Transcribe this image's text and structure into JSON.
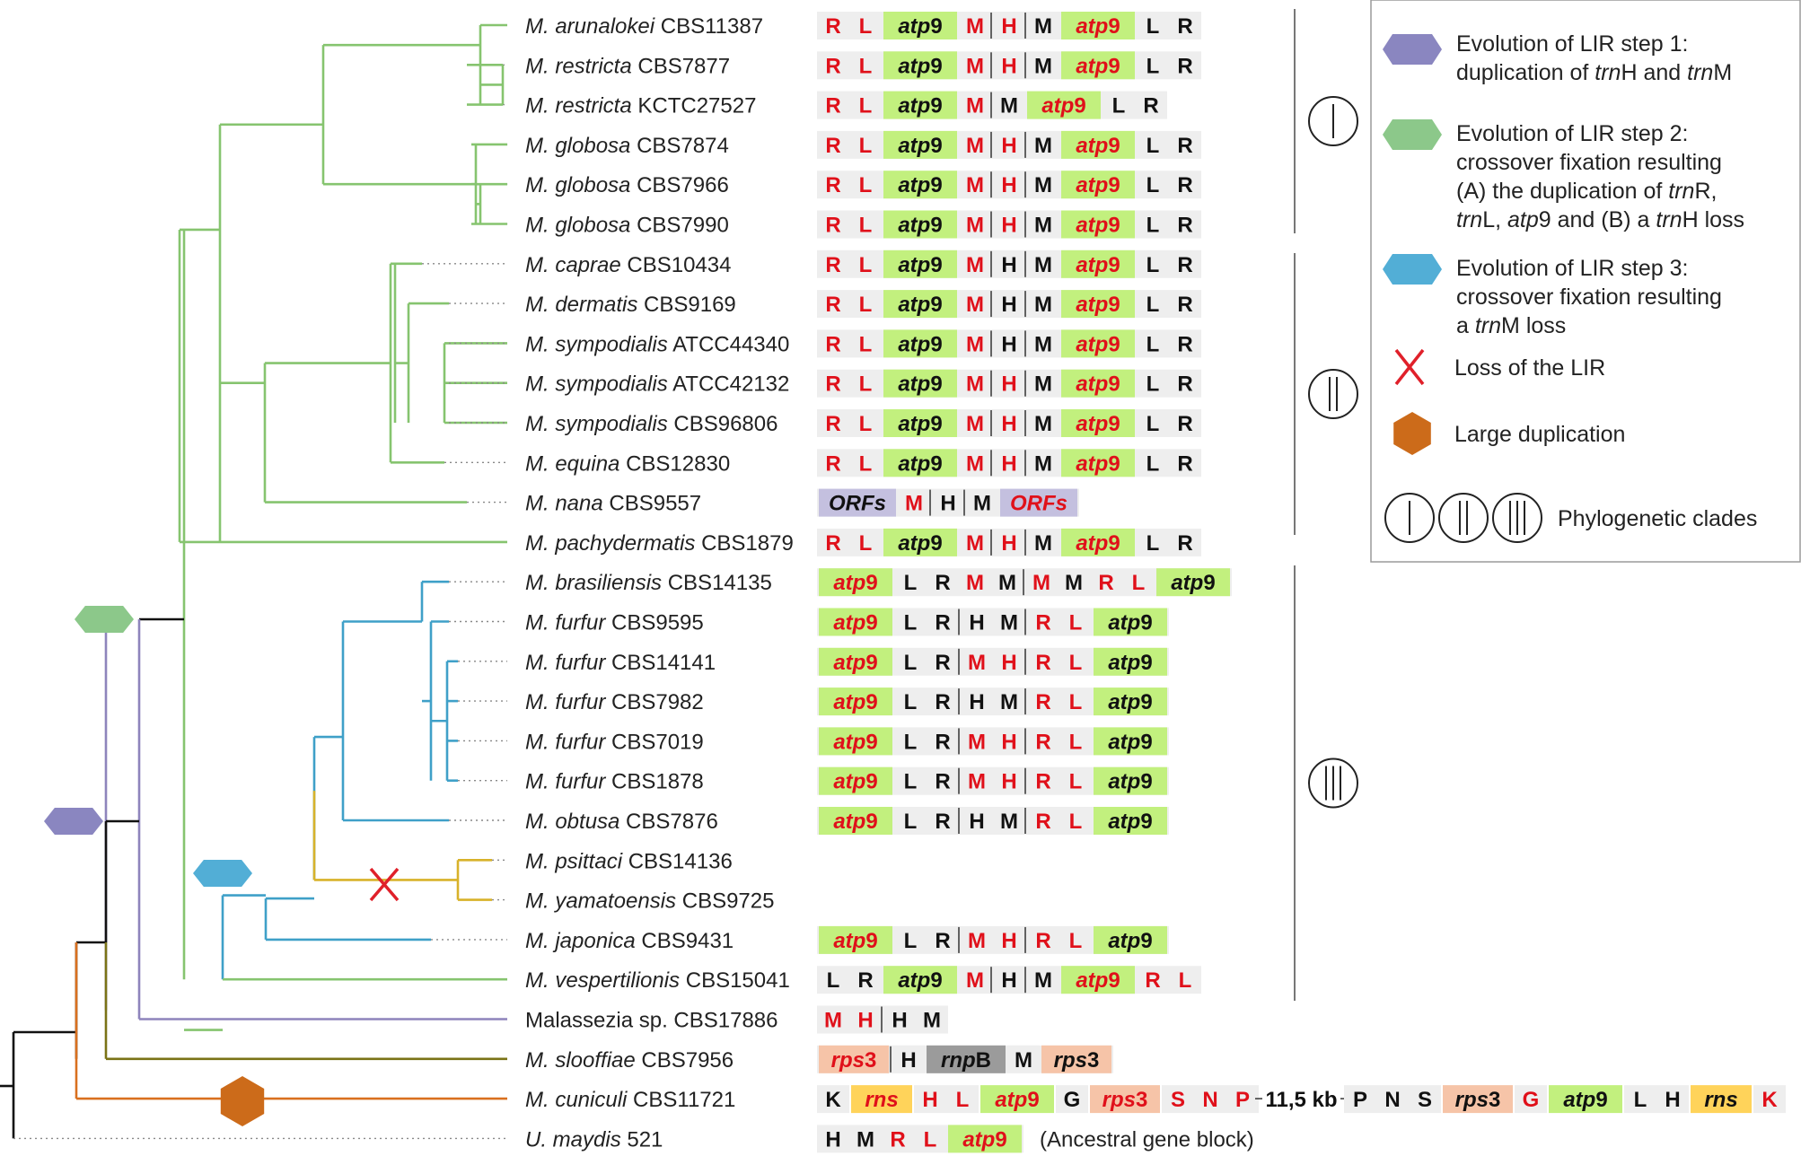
{
  "colors": {
    "gene_red": "#e0101a",
    "gene_black": "#111111",
    "atp9_fill": "#c2f07e",
    "rns_fill": "#ffd35a",
    "rps3_fill": "#f6c4a8",
    "rnpB_fill": "#9b9b9b",
    "orfs_fill": "#c4c0df",
    "row_bg": "#eeeeee",
    "branch_green": "#86c46f",
    "branch_blue": "#3fa0c8",
    "branch_purple": "#8e84bc",
    "branch_olive": "#7a7316",
    "branch_orange": "#d9701f",
    "branch_yellow": "#d8b22a",
    "branch_black": "#111111",
    "marker_step1": "#8a86c0",
    "marker_step2": "#8cc88a",
    "marker_step3": "#52aed6",
    "marker_dup": "#cc6b1a",
    "marker_loss": "#e0202a"
  },
  "taxa": [
    {
      "genus": "M.",
      "epithet": "arunalokei",
      "strain": "CBS11387"
    },
    {
      "genus": "M.",
      "epithet": "restricta",
      "strain": "CBS7877"
    },
    {
      "genus": "M.",
      "epithet": "restricta",
      "strain": "KCTC27527"
    },
    {
      "genus": "M.",
      "epithet": "globosa",
      "strain": "CBS7874"
    },
    {
      "genus": "M.",
      "epithet": "globosa",
      "strain": "CBS7966"
    },
    {
      "genus": "M.",
      "epithet": "globosa",
      "strain": "CBS7990"
    },
    {
      "genus": "M.",
      "epithet": "caprae",
      "strain": "CBS10434"
    },
    {
      "genus": "M.",
      "epithet": "dermatis",
      "strain": "CBS9169"
    },
    {
      "genus": "M.",
      "epithet": "sympodialis",
      "strain": "ATCC44340"
    },
    {
      "genus": "M.",
      "epithet": "sympodialis",
      "strain": "ATCC42132"
    },
    {
      "genus": "M.",
      "epithet": "sympodialis",
      "strain": "CBS96806"
    },
    {
      "genus": "M.",
      "epithet": "equina",
      "strain": "CBS12830"
    },
    {
      "genus": "M.",
      "epithet": "nana",
      "strain": "CBS9557"
    },
    {
      "genus": "M.",
      "epithet": "pachydermatis",
      "strain": "CBS1879"
    },
    {
      "genus": "M.",
      "epithet": "brasiliensis",
      "strain": "CBS14135"
    },
    {
      "genus": "M.",
      "epithet": "furfur",
      "strain": "CBS9595"
    },
    {
      "genus": "M.",
      "epithet": "furfur",
      "strain": "CBS14141"
    },
    {
      "genus": "M.",
      "epithet": "furfur",
      "strain": "CBS7982"
    },
    {
      "genus": "M.",
      "epithet": "furfur",
      "strain": "CBS7019"
    },
    {
      "genus": "M.",
      "epithet": "furfur",
      "strain": "CBS1878"
    },
    {
      "genus": "M.",
      "epithet": "obtusa",
      "strain": "CBS7876"
    },
    {
      "genus": "M.",
      "epithet": "psittaci",
      "strain": "CBS14136"
    },
    {
      "genus": "M.",
      "epithet": "yamatoensis",
      "strain": "CBS9725"
    },
    {
      "genus": "M.",
      "epithet": "japonica",
      "strain": "CBS9431"
    },
    {
      "genus": "M.",
      "epithet": "vespertilionis",
      "strain": "CBS15041"
    },
    {
      "genus": "",
      "epithet": "Malassezia",
      "strain": "sp. CBS17886"
    },
    {
      "genus": "M.",
      "epithet": "slooffiae",
      "strain": "CBS7956"
    },
    {
      "genus": "M.",
      "epithet": "cuniculi",
      "strain": "CBS11721"
    },
    {
      "genus": "U.",
      "epithet": "maydis",
      "strain": "521"
    }
  ],
  "gene_rows": [
    [
      [
        "R",
        "r"
      ],
      [
        "L",
        "r"
      ],
      [
        "atp9",
        "atp9"
      ],
      [
        "M",
        "r"
      ],
      "|",
      [
        "H",
        "r"
      ],
      "|",
      [
        "M",
        "k"
      ],
      [
        "atp9",
        "atp9r"
      ],
      [
        "L",
        "k"
      ],
      [
        "R",
        "k"
      ]
    ],
    [
      [
        "R",
        "r"
      ],
      [
        "L",
        "r"
      ],
      [
        "atp9",
        "atp9"
      ],
      [
        "M",
        "r"
      ],
      "|",
      [
        "H",
        "r"
      ],
      "|",
      [
        "M",
        "k"
      ],
      [
        "atp9",
        "atp9r"
      ],
      [
        "L",
        "k"
      ],
      [
        "R",
        "k"
      ]
    ],
    [
      [
        "R",
        "r"
      ],
      [
        "L",
        "r"
      ],
      [
        "atp9",
        "atp9"
      ],
      [
        "M",
        "r"
      ],
      "|",
      [
        "M",
        "k"
      ],
      [
        "atp9",
        "atp9r"
      ],
      [
        "L",
        "k"
      ],
      [
        "R",
        "k"
      ]
    ],
    [
      [
        "R",
        "r"
      ],
      [
        "L",
        "r"
      ],
      [
        "atp9",
        "atp9"
      ],
      [
        "M",
        "r"
      ],
      "|",
      [
        "H",
        "r"
      ],
      "|",
      [
        "M",
        "k"
      ],
      [
        "atp9",
        "atp9r"
      ],
      [
        "L",
        "k"
      ],
      [
        "R",
        "k"
      ]
    ],
    [
      [
        "R",
        "r"
      ],
      [
        "L",
        "r"
      ],
      [
        "atp9",
        "atp9"
      ],
      [
        "M",
        "r"
      ],
      "|",
      [
        "H",
        "r"
      ],
      "|",
      [
        "M",
        "k"
      ],
      [
        "atp9",
        "atp9r"
      ],
      [
        "L",
        "k"
      ],
      [
        "R",
        "k"
      ]
    ],
    [
      [
        "R",
        "r"
      ],
      [
        "L",
        "r"
      ],
      [
        "atp9",
        "atp9"
      ],
      [
        "M",
        "r"
      ],
      "|",
      [
        "H",
        "r"
      ],
      "|",
      [
        "M",
        "k"
      ],
      [
        "atp9",
        "atp9r"
      ],
      [
        "L",
        "k"
      ],
      [
        "R",
        "k"
      ]
    ],
    [
      [
        "R",
        "r"
      ],
      [
        "L",
        "r"
      ],
      [
        "atp9",
        "atp9"
      ],
      [
        "M",
        "r"
      ],
      "|",
      [
        "H",
        "k"
      ],
      "|",
      [
        "M",
        "k"
      ],
      [
        "atp9",
        "atp9r"
      ],
      [
        "L",
        "k"
      ],
      [
        "R",
        "k"
      ]
    ],
    [
      [
        "R",
        "r"
      ],
      [
        "L",
        "r"
      ],
      [
        "atp9",
        "atp9"
      ],
      [
        "M",
        "r"
      ],
      "|",
      [
        "H",
        "k"
      ],
      "|",
      [
        "M",
        "k"
      ],
      [
        "atp9",
        "atp9r"
      ],
      [
        "L",
        "k"
      ],
      [
        "R",
        "k"
      ]
    ],
    [
      [
        "R",
        "r"
      ],
      [
        "L",
        "r"
      ],
      [
        "atp9",
        "atp9"
      ],
      [
        "M",
        "r"
      ],
      "|",
      [
        "H",
        "k"
      ],
      "|",
      [
        "M",
        "k"
      ],
      [
        "atp9",
        "atp9r"
      ],
      [
        "L",
        "k"
      ],
      [
        "R",
        "k"
      ]
    ],
    [
      [
        "R",
        "r"
      ],
      [
        "L",
        "r"
      ],
      [
        "atp9",
        "atp9"
      ],
      [
        "M",
        "r"
      ],
      "|",
      [
        "H",
        "r"
      ],
      "|",
      [
        "M",
        "k"
      ],
      [
        "atp9",
        "atp9r"
      ],
      [
        "L",
        "k"
      ],
      [
        "R",
        "k"
      ]
    ],
    [
      [
        "R",
        "r"
      ],
      [
        "L",
        "r"
      ],
      [
        "atp9",
        "atp9"
      ],
      [
        "M",
        "r"
      ],
      "|",
      [
        "H",
        "r"
      ],
      "|",
      [
        "M",
        "k"
      ],
      [
        "atp9",
        "atp9r"
      ],
      [
        "L",
        "k"
      ],
      [
        "R",
        "k"
      ]
    ],
    [
      [
        "R",
        "r"
      ],
      [
        "L",
        "r"
      ],
      [
        "atp9",
        "atp9"
      ],
      [
        "M",
        "r"
      ],
      "|",
      [
        "H",
        "r"
      ],
      "|",
      [
        "M",
        "k"
      ],
      [
        "atp9",
        "atp9r"
      ],
      [
        "L",
        "k"
      ],
      [
        "R",
        "k"
      ]
    ],
    [
      [
        "ORFs",
        "orfs"
      ],
      [
        "M",
        "r"
      ],
      "|",
      [
        "H",
        "k"
      ],
      "|",
      [
        "M",
        "k"
      ],
      [
        "ORFs",
        "orfsr"
      ]
    ],
    [
      [
        "R",
        "r"
      ],
      [
        "L",
        "r"
      ],
      [
        "atp9",
        "atp9"
      ],
      [
        "M",
        "r"
      ],
      "|",
      [
        "H",
        "r"
      ],
      "|",
      [
        "M",
        "k"
      ],
      [
        "atp9",
        "atp9r"
      ],
      [
        "L",
        "k"
      ],
      [
        "R",
        "k"
      ]
    ],
    [
      [
        "atp9",
        "atp9r"
      ],
      [
        "L",
        "k"
      ],
      [
        "R",
        "k"
      ],
      [
        "M",
        "r"
      ],
      [
        "M",
        "k"
      ],
      "|",
      [
        "M",
        "r"
      ],
      [
        "M",
        "k"
      ],
      [
        "R",
        "r"
      ],
      [
        "L",
        "r"
      ],
      [
        "atp9",
        "atp9"
      ]
    ],
    [
      [
        "atp9",
        "atp9r"
      ],
      [
        "L",
        "k"
      ],
      [
        "R",
        "k"
      ],
      "|",
      [
        "H",
        "k"
      ],
      [
        "M",
        "k"
      ],
      "|",
      [
        "R",
        "r"
      ],
      [
        "L",
        "r"
      ],
      [
        "atp9",
        "atp9"
      ]
    ],
    [
      [
        "atp9",
        "atp9r"
      ],
      [
        "L",
        "k"
      ],
      [
        "R",
        "k"
      ],
      "|",
      [
        "M",
        "r"
      ],
      [
        "H",
        "r"
      ],
      "|",
      [
        "R",
        "r"
      ],
      [
        "L",
        "r"
      ],
      [
        "atp9",
        "atp9"
      ]
    ],
    [
      [
        "atp9",
        "atp9r"
      ],
      [
        "L",
        "k"
      ],
      [
        "R",
        "k"
      ],
      "|",
      [
        "H",
        "k"
      ],
      [
        "M",
        "k"
      ],
      "|",
      [
        "R",
        "r"
      ],
      [
        "L",
        "r"
      ],
      [
        "atp9",
        "atp9"
      ]
    ],
    [
      [
        "atp9",
        "atp9r"
      ],
      [
        "L",
        "k"
      ],
      [
        "R",
        "k"
      ],
      "|",
      [
        "M",
        "r"
      ],
      [
        "H",
        "r"
      ],
      "|",
      [
        "R",
        "r"
      ],
      [
        "L",
        "r"
      ],
      [
        "atp9",
        "atp9"
      ]
    ],
    [
      [
        "atp9",
        "atp9r"
      ],
      [
        "L",
        "k"
      ],
      [
        "R",
        "k"
      ],
      "|",
      [
        "M",
        "r"
      ],
      [
        "H",
        "r"
      ],
      "|",
      [
        "R",
        "r"
      ],
      [
        "L",
        "r"
      ],
      [
        "atp9",
        "atp9"
      ]
    ],
    [
      [
        "atp9",
        "atp9r"
      ],
      [
        "L",
        "k"
      ],
      [
        "R",
        "k"
      ],
      "|",
      [
        "H",
        "k"
      ],
      [
        "M",
        "k"
      ],
      "|",
      [
        "R",
        "r"
      ],
      [
        "L",
        "r"
      ],
      [
        "atp9",
        "atp9"
      ]
    ],
    [],
    [],
    [
      [
        "atp9",
        "atp9r"
      ],
      [
        "L",
        "k"
      ],
      [
        "R",
        "k"
      ],
      "|",
      [
        "M",
        "r"
      ],
      [
        "H",
        "r"
      ],
      "|",
      [
        "R",
        "r"
      ],
      [
        "L",
        "r"
      ],
      [
        "atp9",
        "atp9"
      ]
    ],
    [
      [
        "L",
        "k"
      ],
      [
        "R",
        "k"
      ],
      [
        "atp9",
        "atp9"
      ],
      [
        "M",
        "r"
      ],
      "|",
      [
        "H",
        "k"
      ],
      "|",
      [
        "M",
        "k"
      ],
      [
        "atp9",
        "atp9r"
      ],
      [
        "R",
        "r"
      ],
      [
        "L",
        "r"
      ]
    ],
    [
      [
        "M",
        "r"
      ],
      [
        "H",
        "r"
      ],
      "|",
      [
        "H",
        "k"
      ],
      [
        "M",
        "k"
      ]
    ],
    [
      [
        "rps3",
        "rps3r"
      ],
      "|",
      [
        "H",
        "k"
      ],
      [
        "rnpB",
        "rnpb"
      ],
      [
        "M",
        "k"
      ],
      [
        "rps3",
        "rps3k"
      ]
    ],
    [
      [
        "K",
        "k"
      ],
      [
        "rns",
        "rnsr"
      ],
      [
        "H",
        "r"
      ],
      [
        "L",
        "r"
      ],
      [
        "atp9",
        "atp9r"
      ],
      [
        "G",
        "k"
      ],
      [
        "rps3",
        "rps3r"
      ],
      [
        "S",
        "r"
      ],
      [
        "N",
        "r"
      ],
      [
        "P",
        "r"
      ],
      [
        "11,5 kb",
        "kb"
      ],
      [
        "P",
        "k"
      ],
      [
        "N",
        "k"
      ],
      [
        "S",
        "k"
      ],
      [
        "rps3",
        "rps3k"
      ],
      [
        "G",
        "r"
      ],
      [
        "atp9",
        "atp9"
      ],
      [
        "L",
        "k"
      ],
      [
        "H",
        "k"
      ],
      [
        "rns",
        "rnsk"
      ],
      [
        "K",
        "r"
      ]
    ],
    [
      [
        "H",
        "k"
      ],
      [
        "M",
        "k"
      ],
      [
        "R",
        "r"
      ],
      [
        "L",
        "r"
      ],
      [
        "atp9",
        "atp9r"
      ]
    ]
  ],
  "ancestral_note": "(Ancestral gene block)",
  "clade_labels": [
    "I",
    "II",
    "III"
  ],
  "legend": {
    "step1": [
      "Evolution of LIR step 1:",
      "duplication of trnH and trnM"
    ],
    "step2": [
      "Evolution of LIR step 2:",
      "crossover fixation resulting",
      "(A) the duplication of trnR,",
      "trnL, atp9 and (B) a trnH loss"
    ],
    "step3": [
      "Evolution of LIR step 3:",
      "crossover fixation resulting",
      "a trnM loss"
    ],
    "loss": "Loss of the LIR",
    "dup": "Large duplication",
    "clades": "Phylogenetic clades"
  }
}
